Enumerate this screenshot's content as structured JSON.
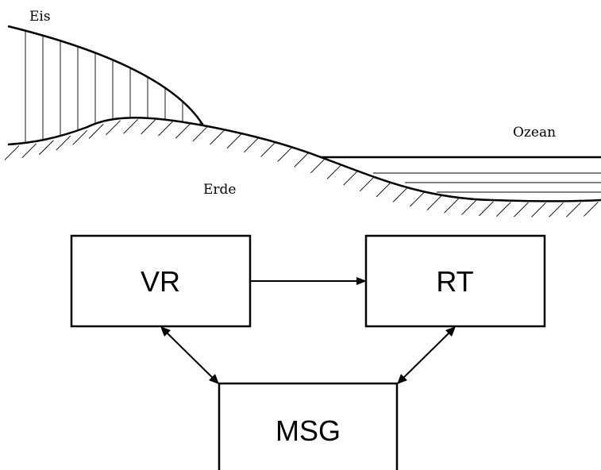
{
  "geo_labels": {
    "ice": "Eis",
    "earth": "Erde",
    "ocean": "Ozean"
  },
  "boxes": {
    "vr": "VR",
    "rt": "RT",
    "msg": "MSG"
  },
  "colors": {
    "stroke": "#000000",
    "background": "#ffffff"
  }
}
